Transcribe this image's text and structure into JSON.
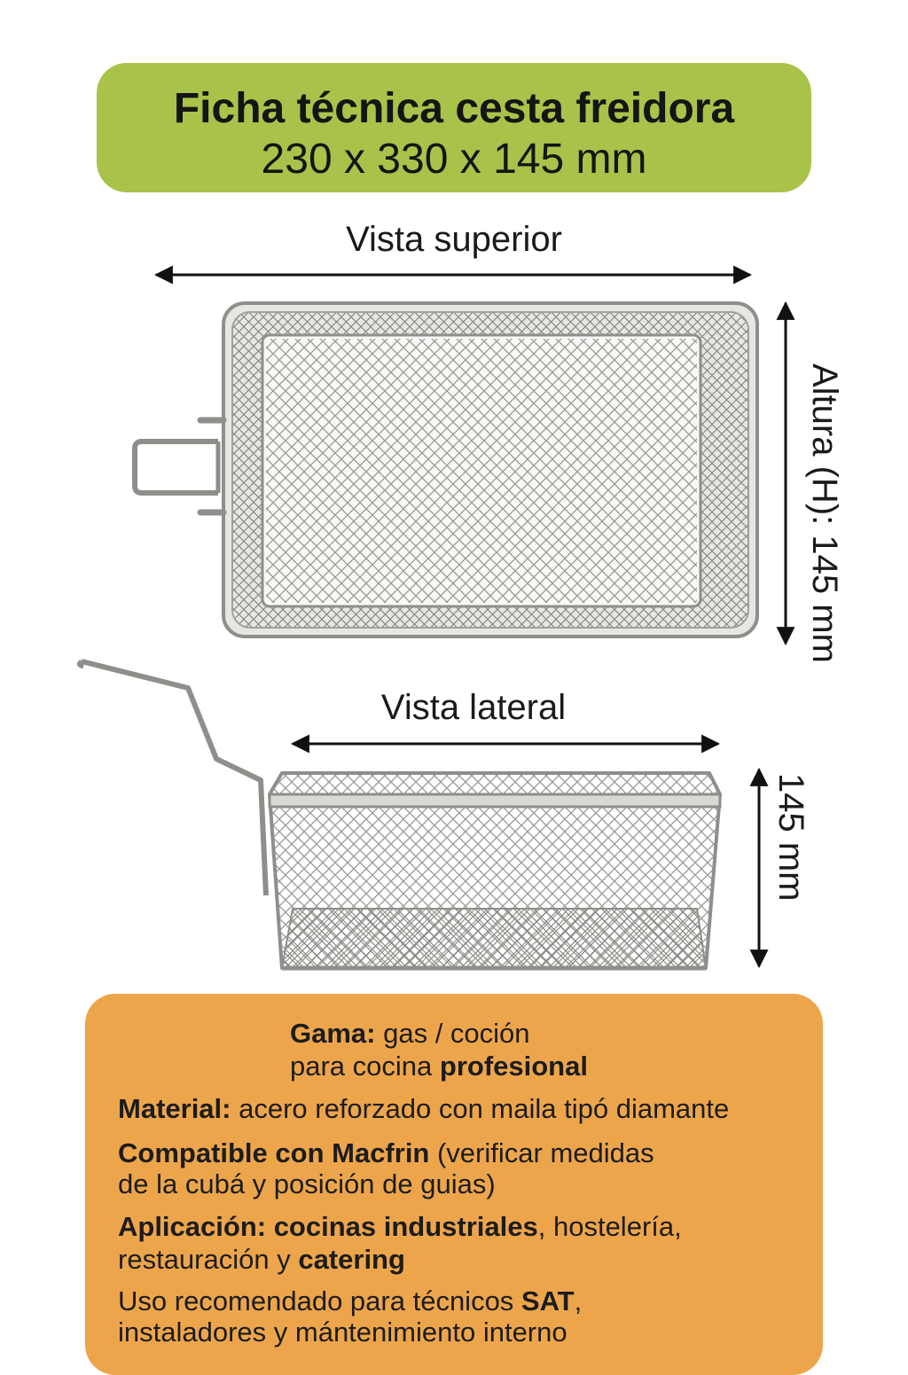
{
  "title": {
    "line1": "Ficha técnica cesta freidora",
    "line2": "230 x 330 x 145 mm"
  },
  "top_view": {
    "label": "Vista superior",
    "height_label": "Altura (H): 145 mm"
  },
  "side_view": {
    "label": "Vista lateral",
    "height_label": "145 mm"
  },
  "specs": {
    "gama_key": "Gama:",
    "gama_value": " gas / coción",
    "gama_line2_prefix": "para cocina ",
    "gama_line2_bold": "profesional",
    "material_key": "Material:",
    "material_value": " acero reforzado con maila tipó diamante",
    "compatible_key": "Compatible con Macfrin",
    "compatible_value": " (verificar medidas",
    "compatible_line2": "de la cubá y posición de guias)",
    "aplicacion_key": "Aplicación: cocinas industriales",
    "aplicacion_value": ", hostelería,",
    "aplicacion_line2_prefix": "restauración y ",
    "aplicacion_line2_bold": "catering",
    "uso_prefix": "Uso recomendado para técnicos ",
    "uso_bold": "SAT",
    "uso_suffix": ",",
    "uso_line2": "instaladores y mántenimiento interno"
  },
  "colors": {
    "title_bg": "#a9c24a",
    "info_bg": "#eda54c",
    "metal": "#8e8e8a"
  }
}
